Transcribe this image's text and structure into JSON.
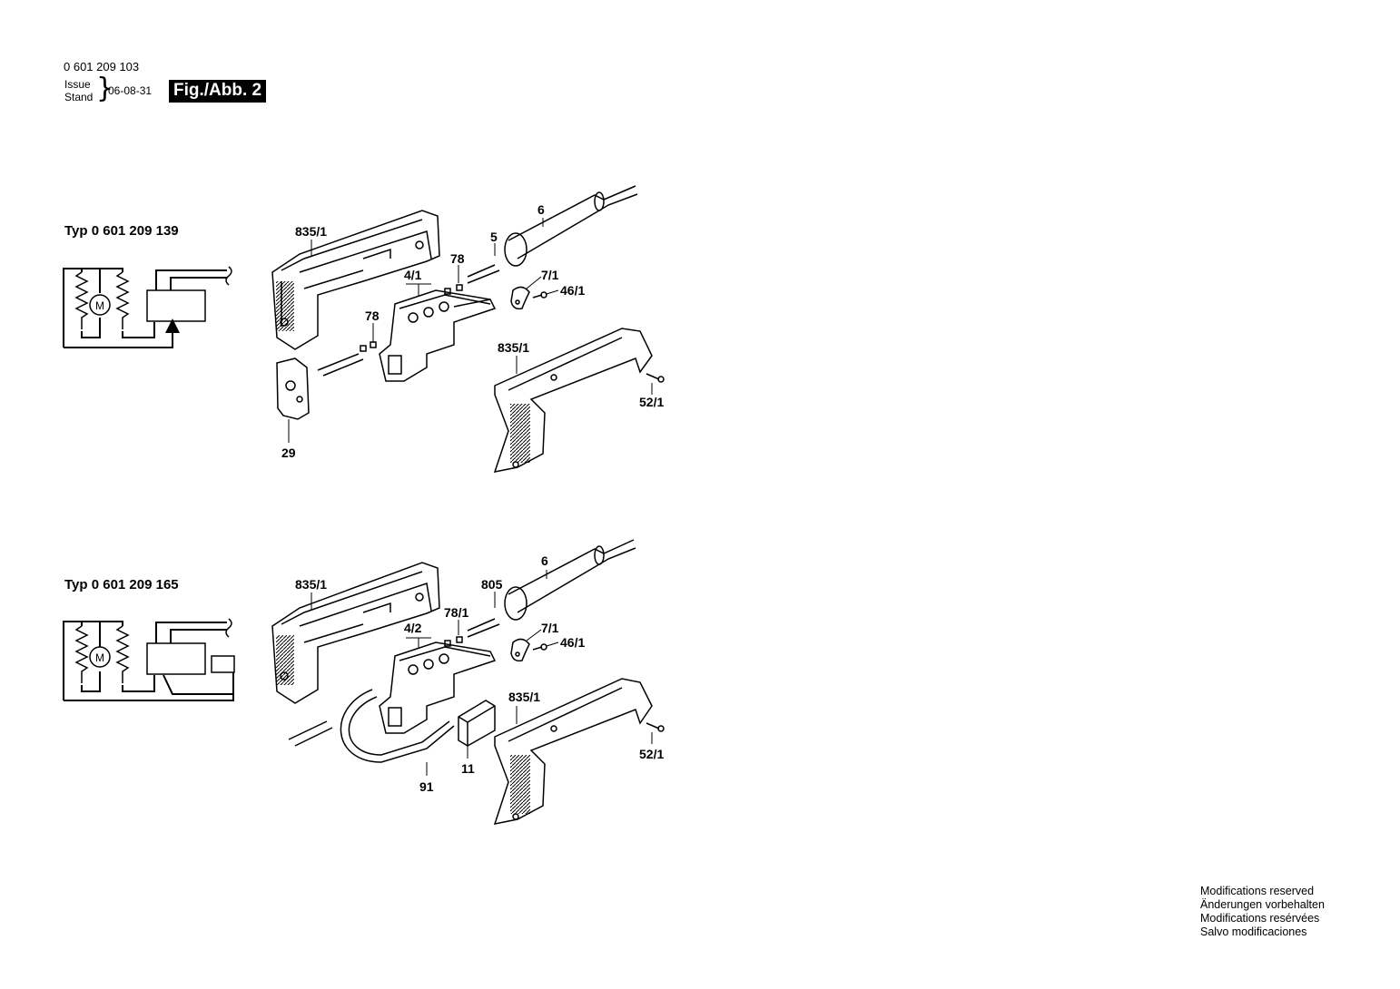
{
  "header": {
    "part_number": "0 601 209 103",
    "issue_label": "Issue",
    "stand_label": "Stand",
    "date": "06-08-31",
    "figure": "Fig./Abb. 2"
  },
  "section1": {
    "type_label": "Typ 0 601 209 139",
    "motor_symbol": "M",
    "callouts": {
      "housing_top": "835/1",
      "cable": "6",
      "cable_guard": "5",
      "clip_plug_upper": "78",
      "switch": "4/1",
      "clamp": "7/1",
      "screw": "46/1",
      "clip_plug_lower": "78",
      "housing_bottom": "835/1",
      "screw_bottom": "52/1",
      "plate": "29"
    }
  },
  "section2": {
    "type_label": "Typ 0 601 209 165",
    "motor_symbol": "M",
    "callouts": {
      "housing_top": "835/1",
      "cable": "6",
      "cable_guard": "805",
      "clip_plug": "78/1",
      "switch": "4/2",
      "clamp": "7/1",
      "screw": "46/1",
      "housing_bottom": "835/1",
      "screw_bottom": "52/1",
      "electronics": "11",
      "wire": "91"
    }
  },
  "footer": {
    "lines": [
      "Modifications reserved",
      "Änderungen vorbehalten",
      "Modifications resérvées",
      "Salvo modificaciones"
    ]
  }
}
